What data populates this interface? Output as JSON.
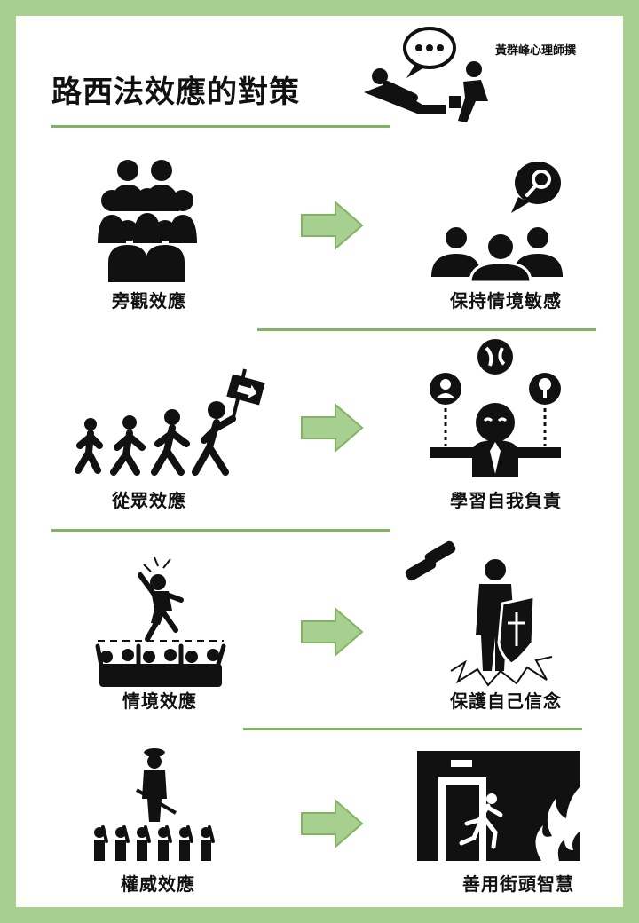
{
  "header": {
    "title": "路西法效應的對策",
    "author": "黃群峰心理師撰",
    "icon": "therapy-session-icon"
  },
  "rows": [
    {
      "effect": "旁觀效應",
      "effect_icon": "crowd-icon",
      "countermeasure": "保持情境敏感",
      "countermeasure_icon": "group-search-icon"
    },
    {
      "effect": "從眾效應",
      "effect_icon": "marching-followers-icon",
      "countermeasure": "學習自我負責",
      "countermeasure_icon": "decision-maker-icon"
    },
    {
      "effect": "情境效應",
      "effect_icon": "crowd-surfing-icon",
      "countermeasure": "保護自己信念",
      "countermeasure_icon": "shield-person-icon"
    },
    {
      "effect": "權威效應",
      "effect_icon": "authority-salute-icon",
      "countermeasure": "善用街頭智慧",
      "countermeasure_icon": "emergency-exit-icon"
    }
  ],
  "colors": {
    "accent": "#7fb561",
    "arrow": "#a7cf8f",
    "frame": "#a7cf8f"
  }
}
